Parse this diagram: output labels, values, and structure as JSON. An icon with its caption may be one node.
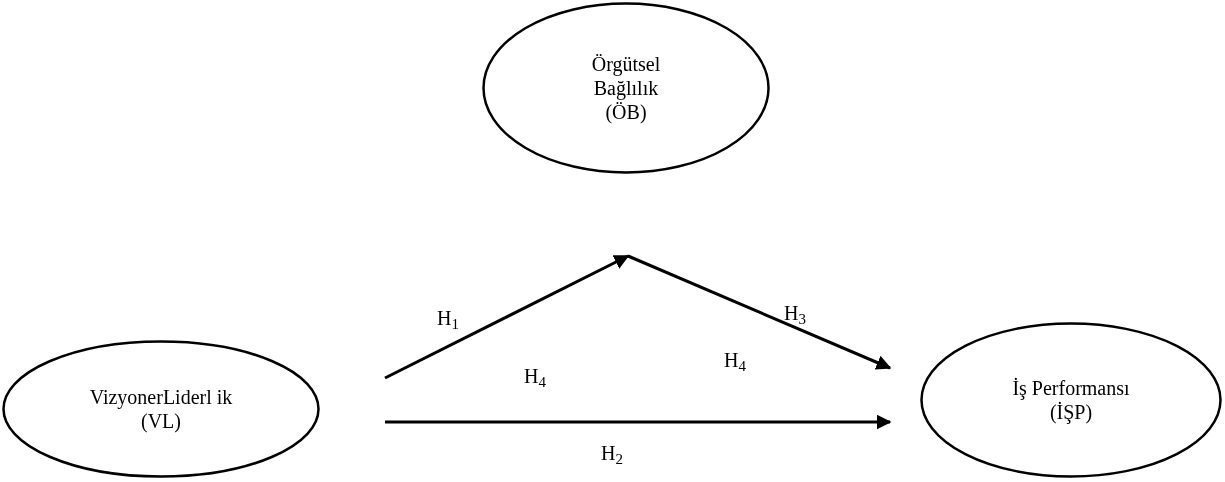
{
  "diagram": {
    "nodes": [
      {
        "text": [
          "VizyonerLiderl ik",
          "(VL)"
        ]
      },
      {
        "text": [
          "Örgütsel Bağlılık",
          "(ÖB)"
        ]
      },
      {
        "text": [
          "İş Performansı",
          "(İŞP)"
        ]
      }
    ],
    "edges": [
      {
        "from": 0,
        "to": 1,
        "arrow": "to",
        "label": "H$_{1}$"
      },
      {
        "from": 1,
        "to": 2,
        "arrow": "to",
        "label": "H$_{3}$"
      },
      {
        "from": 0,
        "to": 2,
        "arrow": "to",
        "label": "H$_{2}$"
      }
    ],
    "labels": [
      "H$_{4}$",
      "H$_{4}$"
    ]
  }
}
